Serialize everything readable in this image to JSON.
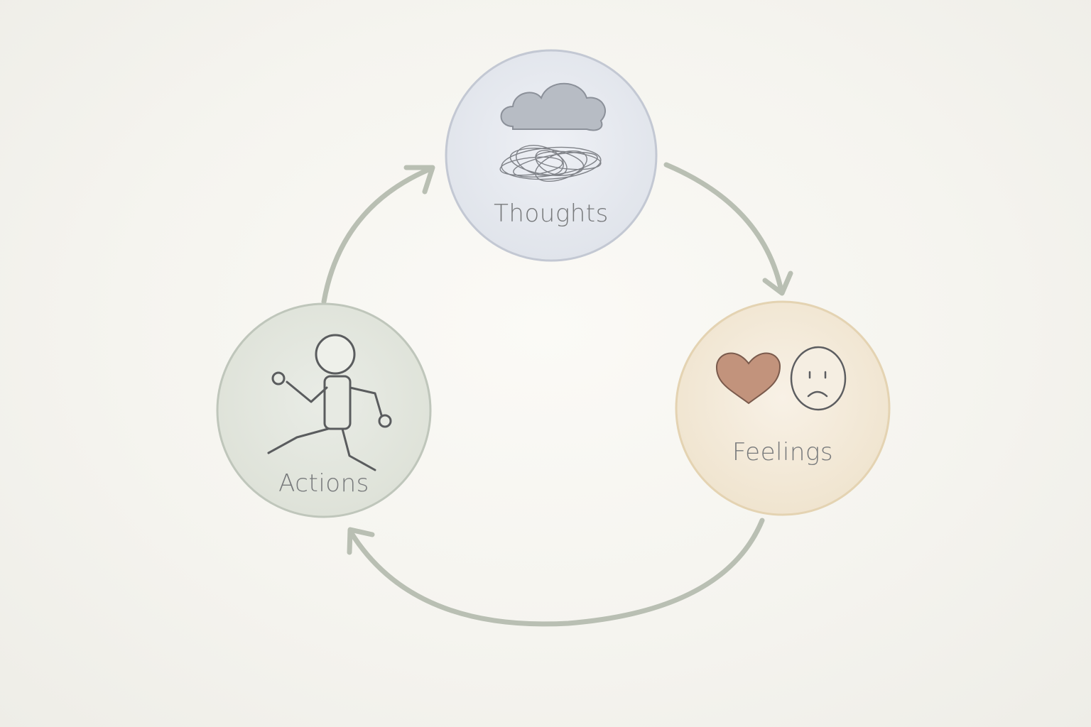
{
  "diagram": {
    "type": "cycle",
    "nodes": [
      {
        "id": "thoughts",
        "label": "Thoughts",
        "icon": "cloud-tangle-icon",
        "fill": "#e6e9ef",
        "stroke": "#c3c8d3"
      },
      {
        "id": "feelings",
        "label": "Feelings",
        "icon": "heart-sad-face-icon",
        "fill": "#f3ebdc",
        "stroke": "#e4d3b2"
      },
      {
        "id": "actions",
        "label": "Actions",
        "icon": "running-stick-figure-icon",
        "fill": "#e4e7df",
        "stroke": "#bfc6bb"
      }
    ],
    "edges": [
      {
        "from": "thoughts",
        "to": "feelings"
      },
      {
        "from": "feelings",
        "to": "actions"
      },
      {
        "from": "actions",
        "to": "thoughts"
      }
    ],
    "colors": {
      "arrow": "#b9bfb3",
      "label": "#77797b",
      "heart": "#c2937c",
      "background": "#f5f4ef"
    }
  }
}
